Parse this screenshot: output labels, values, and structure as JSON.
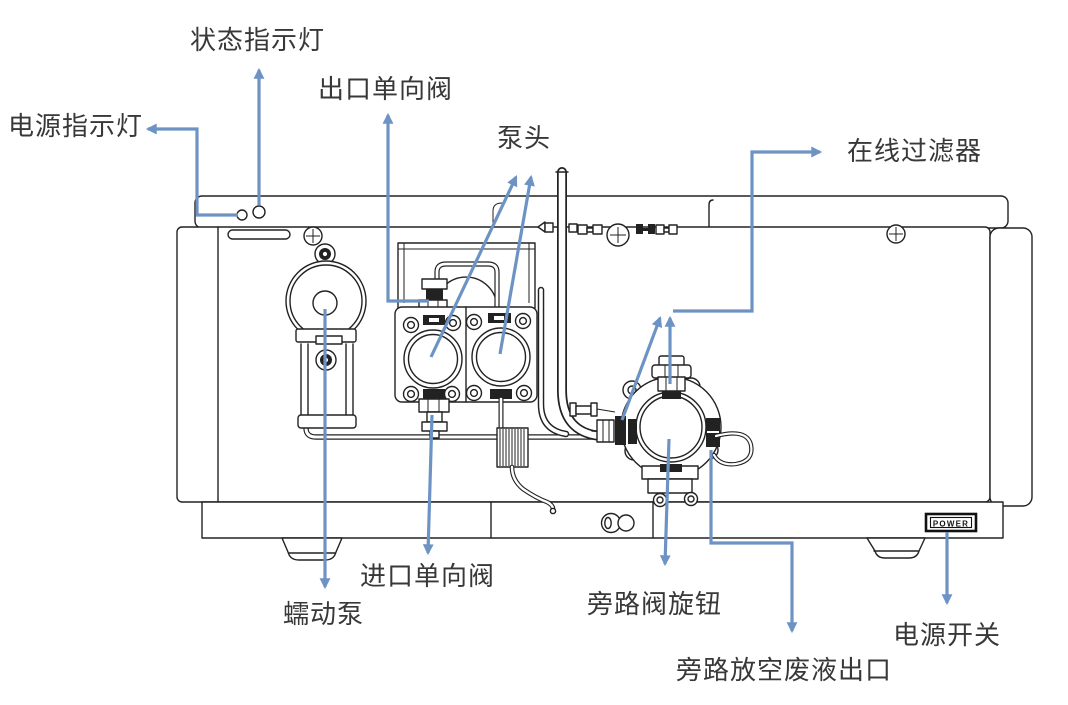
{
  "diagram": {
    "colors": {
      "connector_blue": "#6d93c4",
      "line_art": "#222222",
      "label_text": "#383838",
      "background": "#ffffff"
    },
    "labels": [
      {
        "id": "status-indicator",
        "text": "状态指示灯"
      },
      {
        "id": "outlet-check-valve",
        "text": "出口单向阀"
      },
      {
        "id": "power-indicator",
        "text": "电源指示灯"
      },
      {
        "id": "pump-head",
        "text": "泵头"
      },
      {
        "id": "inline-filter",
        "text": "在线过滤器"
      },
      {
        "id": "inlet-check-valve",
        "text": "进口单向阀"
      },
      {
        "id": "peristaltic-pump",
        "text": "蠕动泵"
      },
      {
        "id": "bypass-valve-knob",
        "text": "旁路阀旋钮"
      },
      {
        "id": "bypass-waste-outlet",
        "text": "旁路放空废液出口"
      },
      {
        "id": "power-switch",
        "text": "电源开关"
      }
    ],
    "badges": {
      "power": "POWER"
    }
  }
}
